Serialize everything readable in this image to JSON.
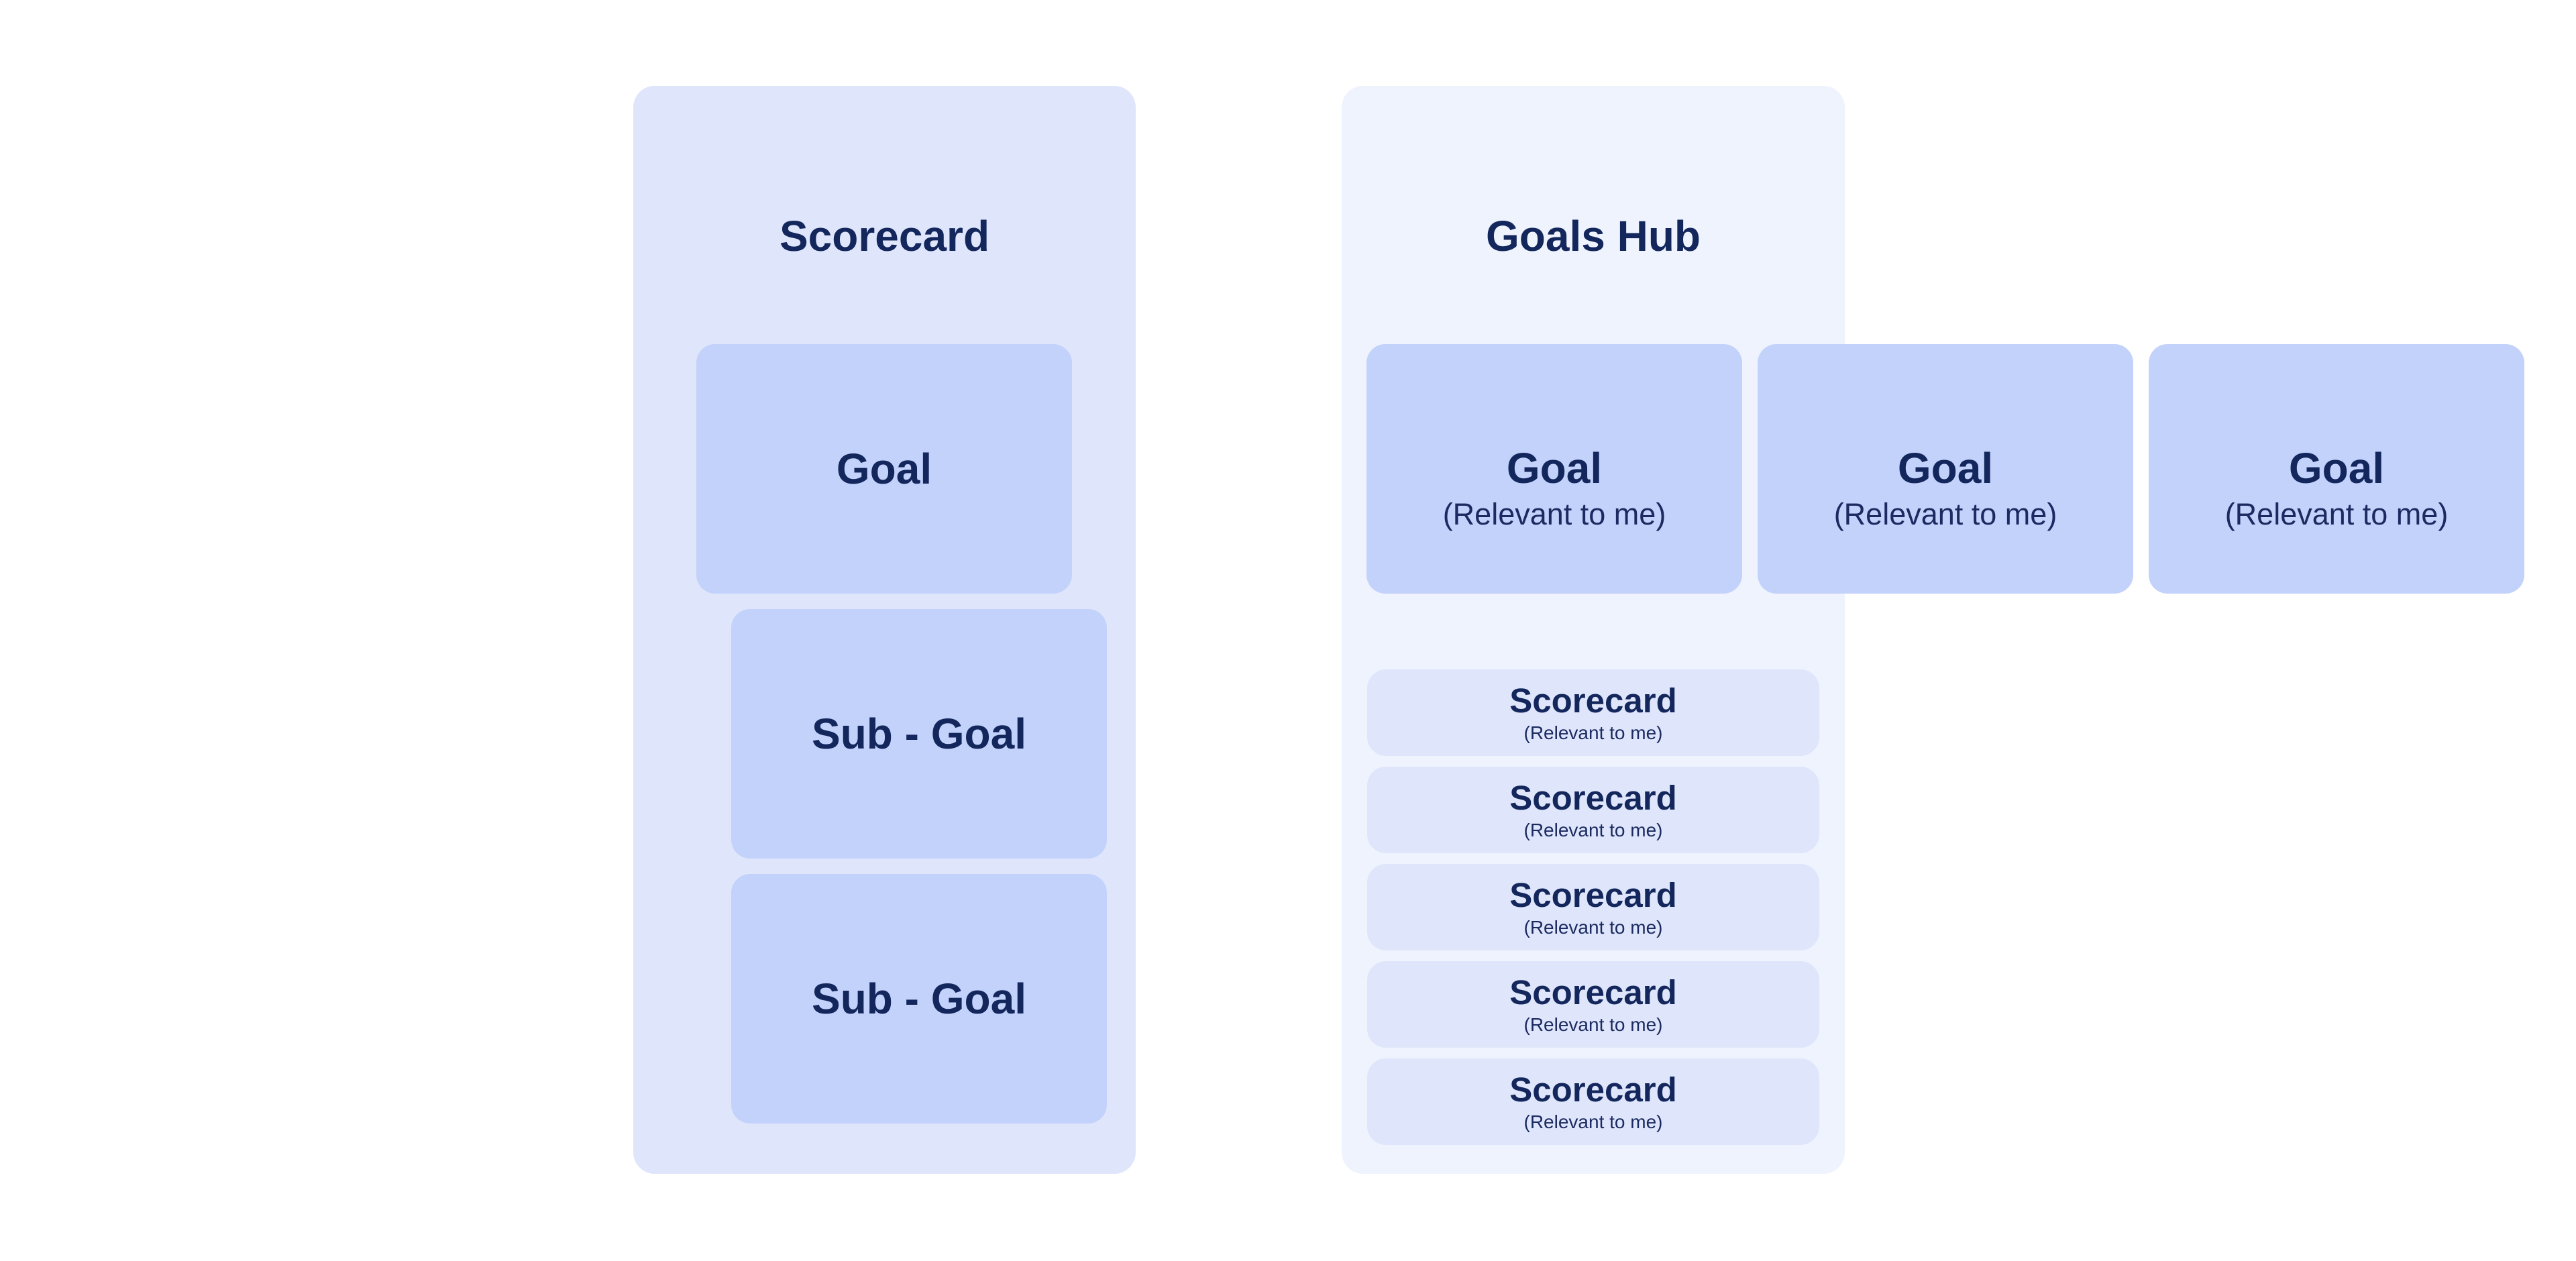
{
  "colors": {
    "page_background": "#ffffff",
    "scorecard_panel_bg": "#dfe6fb",
    "goals_hub_panel_bg": "#eef3fd",
    "goal_card_bg": "#c3d2fb",
    "scorecard_row_bg": "#dfe6fb",
    "text_navy": "#14275c"
  },
  "scorecard_panel": {
    "title": "Scorecard",
    "goal": {
      "label": "Goal"
    },
    "sub_goals": [
      {
        "label": "Sub - Goal"
      },
      {
        "label": "Sub - Goal"
      }
    ]
  },
  "goals_hub_panel": {
    "title": "Goals Hub",
    "goal_cards": [
      {
        "title": "Goal",
        "subtitle": "(Relevant to me)"
      },
      {
        "title": "Goal",
        "subtitle": "(Relevant to me)"
      },
      {
        "title": "Goal",
        "subtitle": "(Relevant to me)"
      }
    ],
    "scorecard_rows": [
      {
        "title": "Scorecard",
        "subtitle": "(Relevant to me)"
      },
      {
        "title": "Scorecard",
        "subtitle": "(Relevant to me)"
      },
      {
        "title": "Scorecard",
        "subtitle": "(Relevant to me)"
      },
      {
        "title": "Scorecard",
        "subtitle": "(Relevant to me)"
      },
      {
        "title": "Scorecard",
        "subtitle": "(Relevant to me)"
      }
    ]
  }
}
